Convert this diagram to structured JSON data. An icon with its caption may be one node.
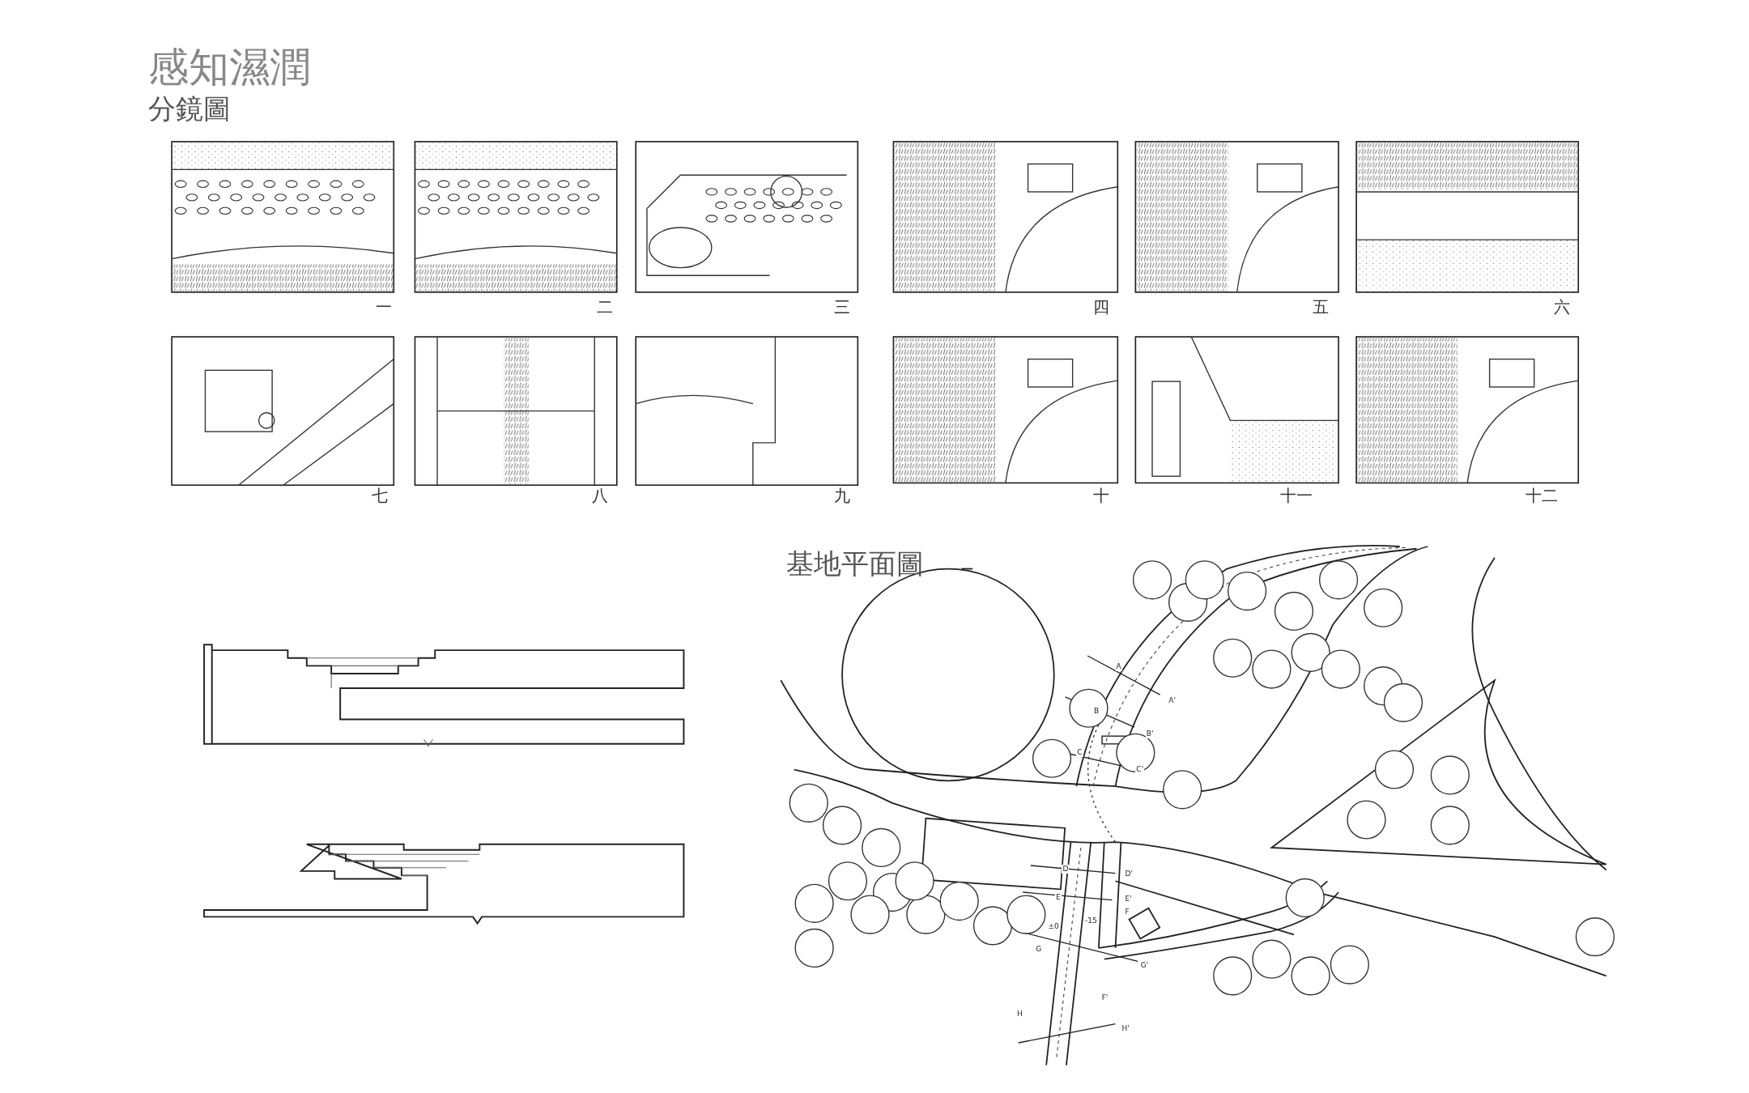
{
  "diagram": {
    "title": "感知濕潤",
    "labels": [
      "分鏡圖",
      "一",
      "二",
      "三",
      "四",
      "五",
      "六",
      "七",
      "八",
      "九",
      "十",
      "十一",
      "十二",
      "基地平面圖",
      "A",
      "A'",
      "B",
      "B'",
      "C",
      "C'",
      "D",
      "D'",
      "E",
      "E'",
      "F",
      "±0",
      "-15",
      "G",
      "G'",
      "F'",
      "H",
      "H'"
    ]
  }
}
